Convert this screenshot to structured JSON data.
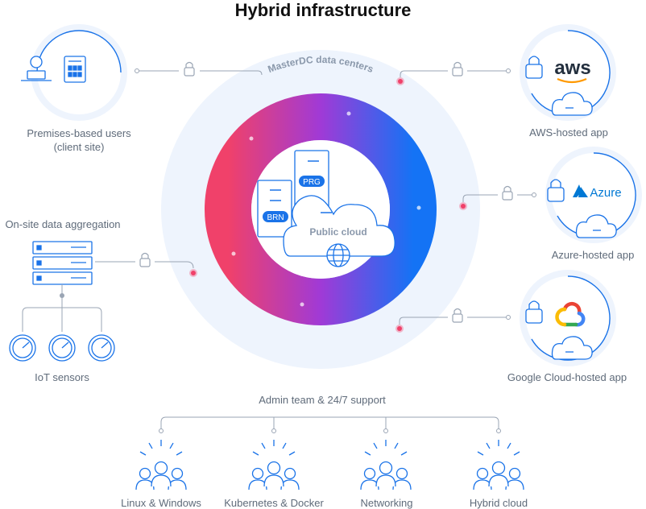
{
  "title": "Hybrid infrastructure",
  "ring_label": "MasterDC data centers",
  "center": {
    "dc1": "PRG",
    "dc2": "BRN",
    "cloud": "Public cloud"
  },
  "nodes": {
    "premises": "Premises-based users\n(client site)",
    "aggregation": "On-site data aggregation",
    "iot": "IoT sensors",
    "aws": "AWS-hosted app",
    "aws_logo": "aws",
    "azure": "Azure-hosted app",
    "azure_logo": "Azure",
    "gcloud": "Google Cloud-hosted app"
  },
  "support": {
    "heading": "Admin team & 24/7 support",
    "teams": [
      "Linux & Windows",
      "Kubernetes & Docker",
      "Networking",
      "Hybrid cloud"
    ]
  },
  "colors": {
    "blue": "#1a73e8",
    "ring_start": "#f0416a",
    "ring_mid": "#a03ad6",
    "ring_end": "#1473f5",
    "halo": "#eef4fd",
    "dot": "#f0416a"
  }
}
